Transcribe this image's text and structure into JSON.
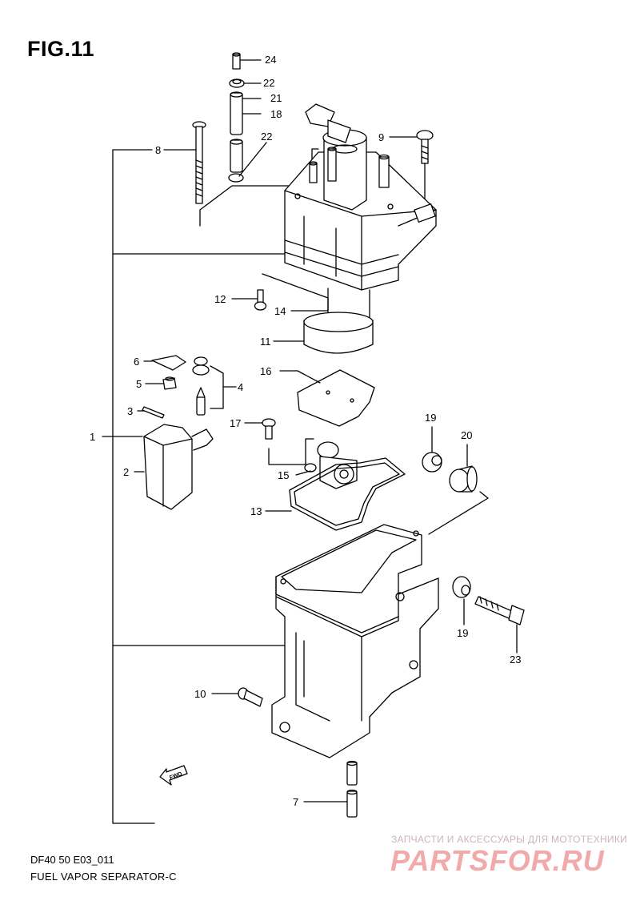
{
  "figure": {
    "title": "FIG.11",
    "code": "DF40 50 E03_011",
    "caption": "FUEL VAPOR SEPARATOR-C"
  },
  "callouts": [
    {
      "id": "1",
      "text": "1"
    },
    {
      "id": "2",
      "text": "2"
    },
    {
      "id": "3",
      "text": "3"
    },
    {
      "id": "4",
      "text": "4"
    },
    {
      "id": "5",
      "text": "5"
    },
    {
      "id": "6",
      "text": "6"
    },
    {
      "id": "7",
      "text": "7"
    },
    {
      "id": "8",
      "text": "8"
    },
    {
      "id": "9",
      "text": "9"
    },
    {
      "id": "10",
      "text": "10"
    },
    {
      "id": "11",
      "text": "11"
    },
    {
      "id": "12",
      "text": "12"
    },
    {
      "id": "13",
      "text": "13"
    },
    {
      "id": "14",
      "text": "14"
    },
    {
      "id": "15",
      "text": "15"
    },
    {
      "id": "16",
      "text": "16"
    },
    {
      "id": "17",
      "text": "17"
    },
    {
      "id": "18",
      "text": "18"
    },
    {
      "id": "19a",
      "text": "19"
    },
    {
      "id": "19b",
      "text": "19"
    },
    {
      "id": "20",
      "text": "20"
    },
    {
      "id": "21",
      "text": "21"
    },
    {
      "id": "22a",
      "text": "22"
    },
    {
      "id": "22b",
      "text": "22"
    },
    {
      "id": "23",
      "text": "23"
    },
    {
      "id": "24",
      "text": "24"
    }
  ],
  "fwd_marker": "FWD",
  "watermark": {
    "tagline": "ЗАПЧАСТИ И АКСЕССУАРЫ ДЛЯ МОТОТЕХНИКИ",
    "logo": "PARTSFOR.RU",
    "color": "#e8a0a0"
  }
}
